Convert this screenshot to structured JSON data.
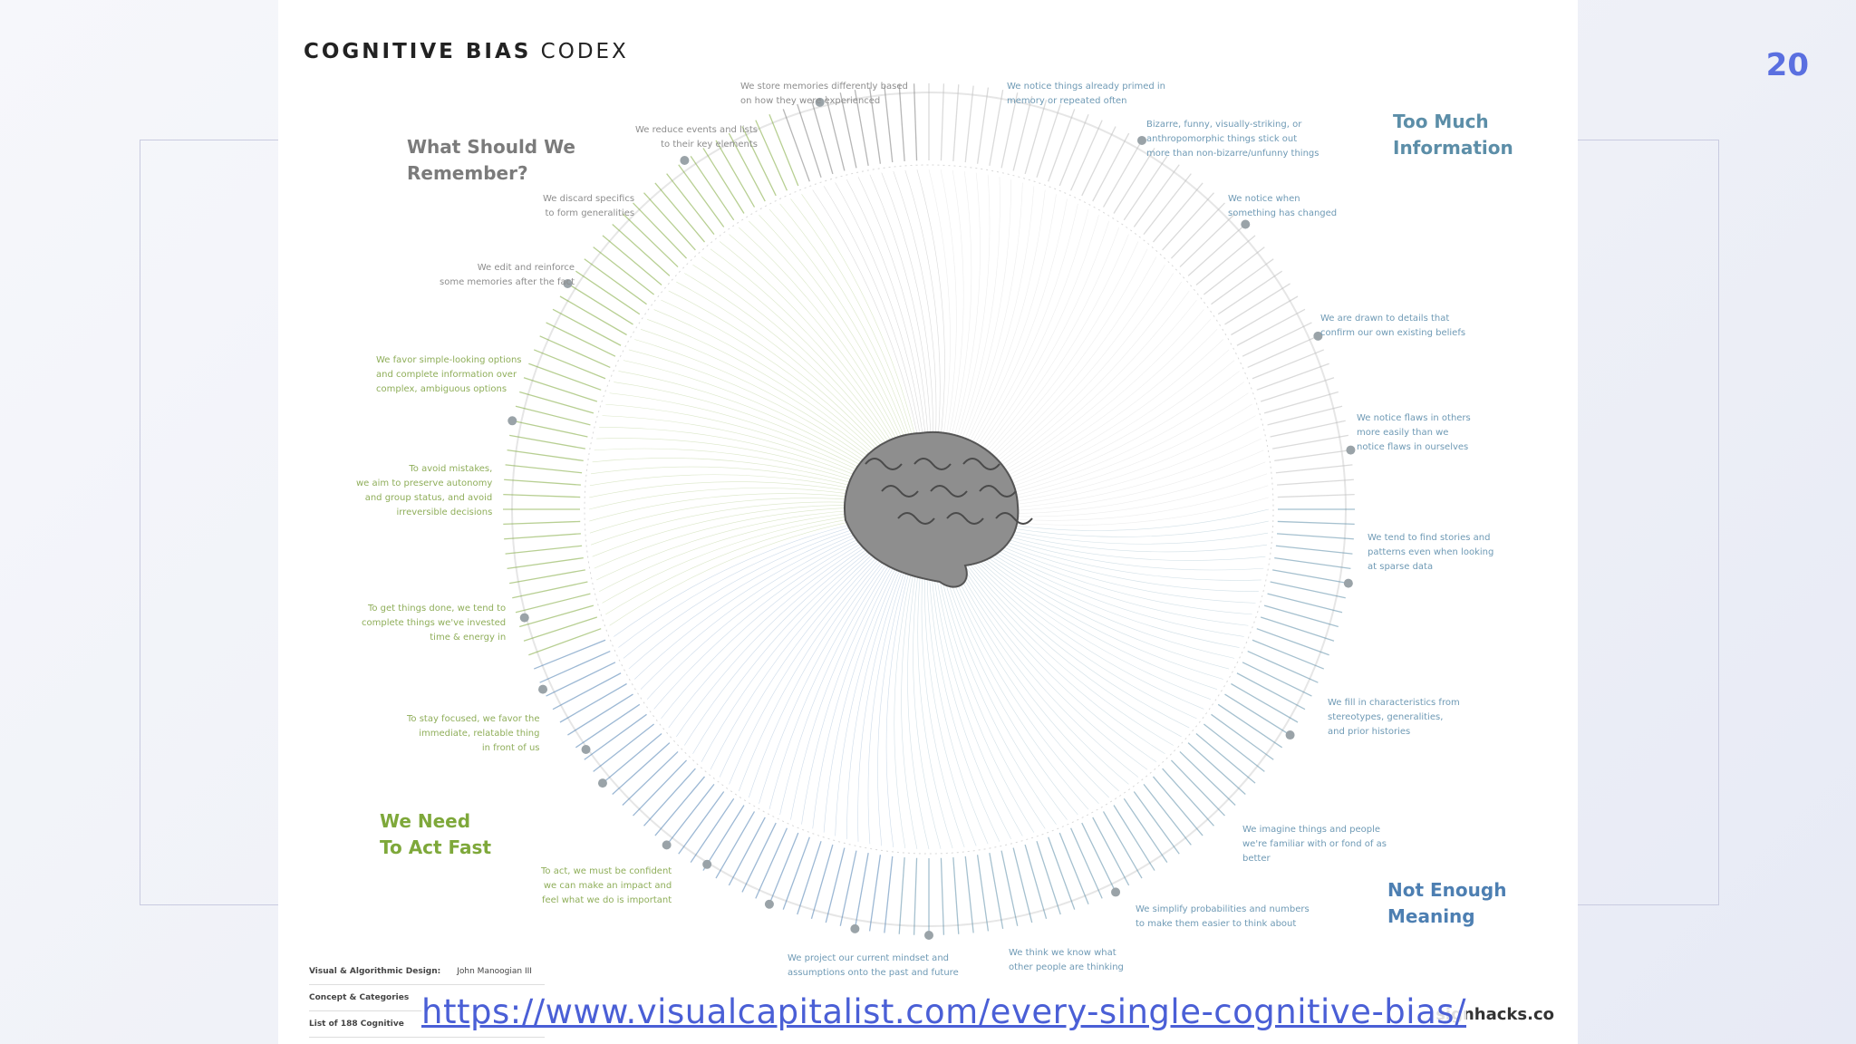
{
  "slide": {
    "number": "20",
    "url": "https://www.visualcapitalist.com/every-single-cognitive-bias/"
  },
  "codex": {
    "title_bold": "COGNITIVE BIAS",
    "title_light": "CODEX",
    "quadrants": {
      "remember": "What Should We\nRemember?",
      "too_much": "Too Much\nInformation",
      "act_fast": "We Need\nTo Act Fast",
      "meaning": "Not Enough\nMeaning"
    },
    "categories": {
      "store_memories": "We store memories differently based\non how they were experienced",
      "reduce_events": "We reduce events and lists\nto their key elements",
      "discard_specifics": "We discard specifics\nto form generalities",
      "edit_reinforce": "We edit and reinforce\nsome memories after the fact",
      "favor_simple": "We favor simple-looking options\nand complete information over\ncomplex, ambiguous options",
      "avoid_mistakes": "To avoid mistakes,\nwe aim to preserve autonomy\nand group status, and avoid\nirreversible decisions",
      "get_done": "To get things done, we tend to\ncomplete things we've invested\ntime & energy in",
      "stay_focused": "To stay focused, we favor the\nimmediate, relatable thing\nin front of us",
      "to_act": "To act, we must be confident\nwe can make an impact and\nfeel what we do is important",
      "primed": "We notice things already primed in\nmemory or repeated often",
      "bizarre": "Bizarre, funny, visually-striking, or\nanthropomorphic things stick out\nmore than non-bizarre/unfunny things",
      "changed": "We notice when\nsomething has changed",
      "drawn_details": "We are drawn to details that\nconfirm our own existing beliefs",
      "flaws": "We notice flaws in others\nmore easily than we\nnotice flaws in ourselves",
      "stories": "We tend to find stories and\npatterns even when looking\nat sparse data",
      "fill_in": "We fill in characteristics from\nstereotypes, generalities,\nand prior histories",
      "imagine": "We imagine things and people\nwe're familiar with or fond of as\nbetter",
      "simplify": "We simplify probabilities and numbers\nto make them easier to think about",
      "think_know": "We think we know what\nother people are thinking",
      "project": "We project our current mindset and\nassumptions onto the past and future"
    },
    "credits": [
      {
        "label": "Visual & Algorithmic Design:",
        "value": "John Manoogian III"
      },
      {
        "label": "Concept & Categories",
        "value": ""
      },
      {
        "label": "List of 188 Cognitive",
        "value": ""
      }
    ],
    "brand": "signhacks.co"
  },
  "colors": {
    "accent": "#5a6fe0",
    "remember": "#7b7b7b",
    "too_much": "#5c8ea8",
    "act_fast": "#7ea83a",
    "meaning": "#4d7fb2"
  },
  "icons": {
    "center": "brain-icon"
  }
}
